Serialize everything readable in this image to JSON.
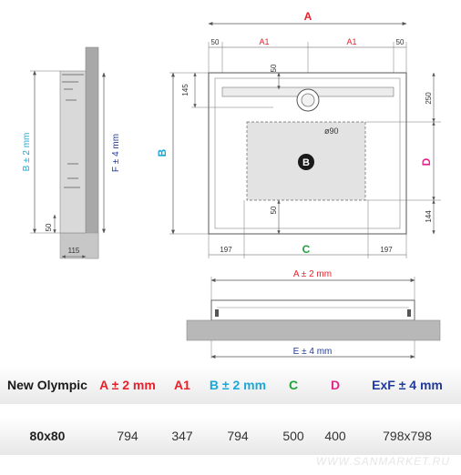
{
  "drawing": {
    "top_view": {
      "dim_A": "A",
      "dim_50_left": "50",
      "dim_A1_left": "A1",
      "dim_A1_right": "A1",
      "dim_50_right": "50",
      "dim_50_drain": "50",
      "dim_145": "145",
      "dim_250": "250",
      "dim_B_side": "B",
      "dim_D": "D",
      "dim_144": "144",
      "dim_50_bottom": "50",
      "dim_197_left": "197",
      "dim_C": "C",
      "dim_197_right": "197",
      "drain_diameter": "ø90",
      "zone_marker": "B"
    },
    "side_view": {
      "dim_B_pm2": "B ± 2 mm",
      "dim_F_pm4": "F ± 4 mm",
      "dim_50": "50",
      "dim_115": "115"
    },
    "front_view": {
      "dim_A_pm2": "A ± 2 mm",
      "dim_E_pm4": "E ± 4 mm"
    }
  },
  "colors": {
    "A": "#e8202a",
    "A1": "#e8202a",
    "B": "#1aa8d8",
    "C": "#1fa33a",
    "D": "#e2258d",
    "ExF": "#1f3a9a",
    "model": "#1a1a1a",
    "line": "#666666",
    "tray_fill": "#b3b3b3"
  },
  "table": {
    "headers": [
      {
        "key": "model",
        "label": "New Olympic"
      },
      {
        "key": "A",
        "label": "A ± 2 mm"
      },
      {
        "key": "A1",
        "label": "A1"
      },
      {
        "key": "B",
        "label": "B ± 2 mm"
      },
      {
        "key": "C",
        "label": "C"
      },
      {
        "key": "D",
        "label": "D"
      },
      {
        "key": "ExF",
        "label": "ExF ± 4 mm"
      }
    ],
    "rows": [
      [
        "80x80",
        "794",
        "347",
        "794",
        "500",
        "400",
        "798x798"
      ]
    ]
  },
  "watermark": "WWW.SANMARKET.RU"
}
